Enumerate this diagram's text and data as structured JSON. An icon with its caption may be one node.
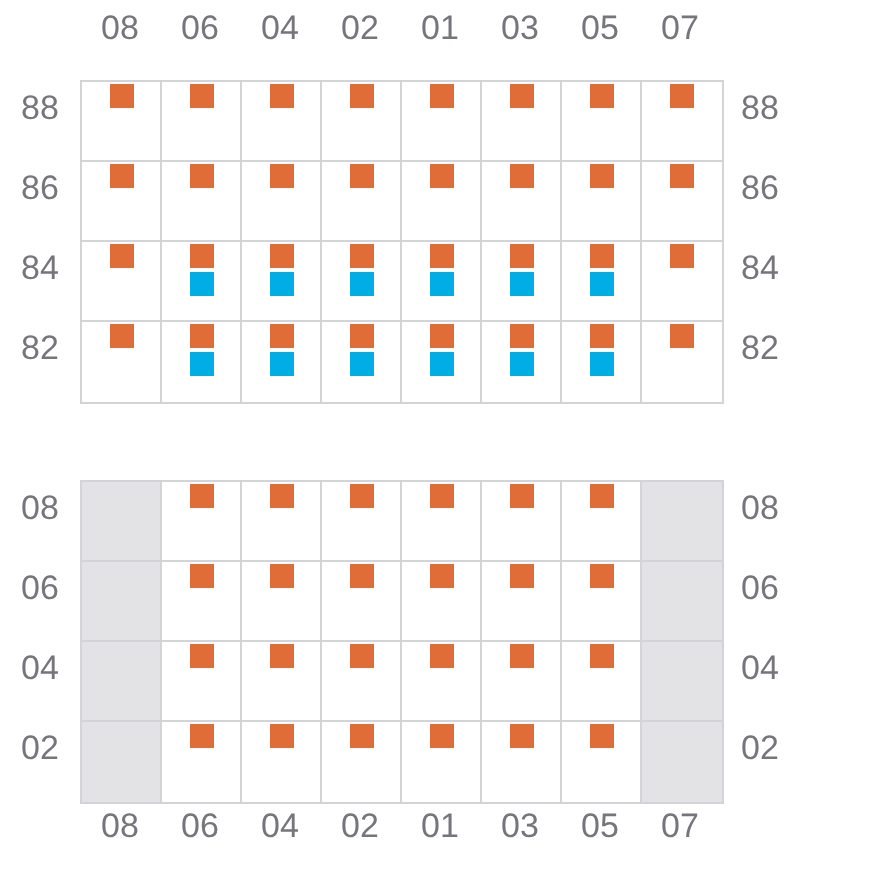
{
  "diagram": {
    "labels": [
      "08",
      "06",
      "04",
      "02",
      "01",
      "03",
      "05",
      "07",
      "88",
      "88",
      "86",
      "86",
      "84",
      "84",
      "82",
      "82",
      "08",
      "08",
      "06",
      "06",
      "04",
      "04",
      "02",
      "02",
      "08",
      "06",
      "04",
      "02",
      "01",
      "03",
      "05",
      "07"
    ]
  }
}
